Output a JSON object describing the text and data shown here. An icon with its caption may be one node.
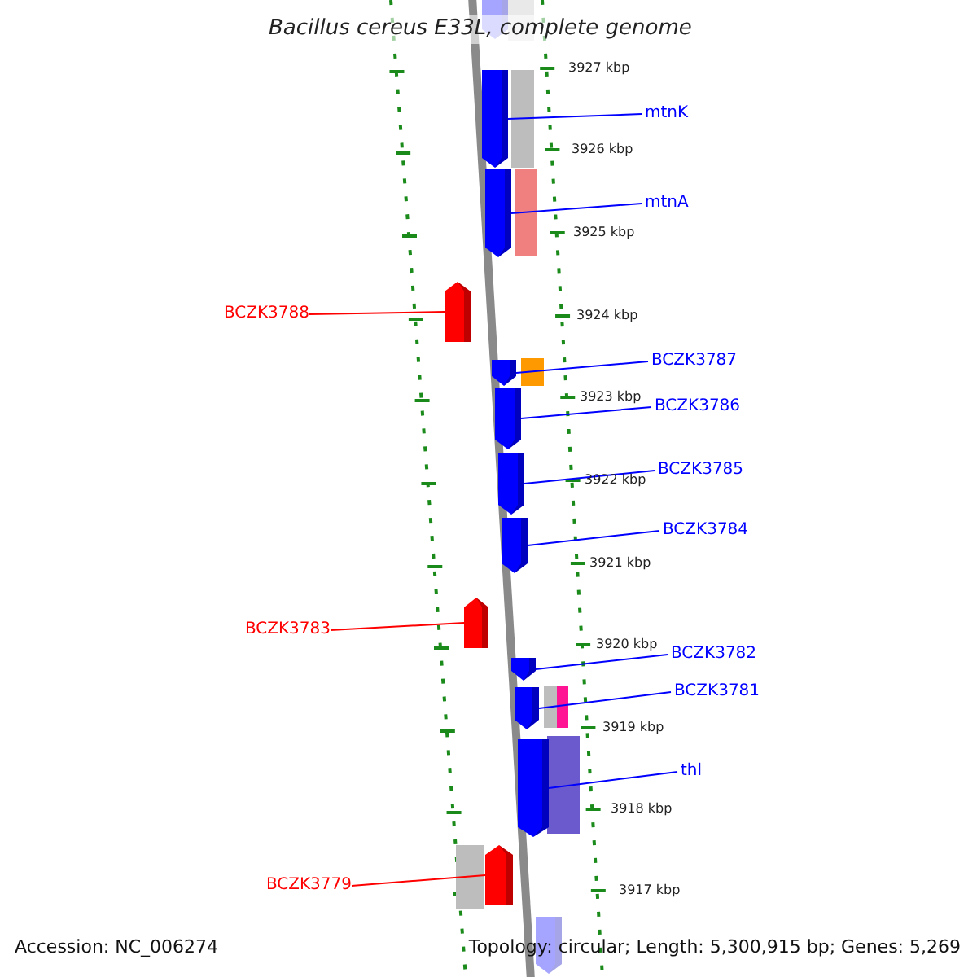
{
  "diagram": {
    "title": "Bacillus cereus E33L, complete genome",
    "nodes": [
      {
        "text": [],
        "shape": "arrow"
      },
      {
        "text": [],
        "shape": "arrow"
      },
      {
        "text": [
          "mtnK"
        ]
      },
      {
        "text": [],
        "shape": "arrow"
      },
      {
        "text": [
          "mtnA"
        ]
      },
      {
        "text": [
          "BCZK3788"
        ]
      },
      {
        "text": [],
        "shape": "arrow"
      },
      {
        "text": [],
        "shape": "arrow"
      },
      {
        "text": [
          "BCZK3787"
        ]
      },
      {
        "text": [],
        "shape": "arrow"
      },
      {
        "text": [
          "BCZK3786"
        ]
      },
      {
        "text": [],
        "shape": "arrow"
      },
      {
        "text": [
          "BCZK3785"
        ]
      },
      {
        "text": [],
        "shape": "arrow"
      },
      {
        "text": [
          "BCZK3784"
        ]
      },
      {
        "text": [
          "BCZK3783"
        ]
      },
      {
        "text": [],
        "shape": "arrow"
      },
      {
        "text": [],
        "shape": "arrow"
      },
      {
        "text": [
          "BCZK3782"
        ]
      },
      {
        "text": [],
        "shape": "arrow"
      },
      {
        "text": [
          "BCZK3781"
        ]
      },
      {
        "text": [],
        "shape": "arrow"
      },
      {
        "text": [
          "thl"
        ]
      },
      {
        "text": [
          "BCZK3779"
        ]
      },
      {
        "text": [],
        "shape": "arrow"
      },
      {
        "text": [],
        "shape": "arrow"
      }
    ],
    "edges": [
      {
        "from": 2,
        "to": 1,
        "arrow": "none",
        "color": "#0000ff"
      },
      {
        "from": 4,
        "to": 3,
        "arrow": "none",
        "color": "#0000ff"
      },
      {
        "from": 5,
        "to": 6,
        "arrow": "none",
        "color": "#ff0000"
      },
      {
        "from": 8,
        "to": 7,
        "arrow": "none",
        "color": "#0000ff"
      },
      {
        "from": 10,
        "to": 9,
        "arrow": "none",
        "color": "#0000ff"
      },
      {
        "from": 12,
        "to": 11,
        "arrow": "none",
        "color": "#0000ff"
      },
      {
        "from": 14,
        "to": 13,
        "arrow": "none",
        "color": "#0000ff"
      },
      {
        "from": 15,
        "to": 16,
        "arrow": "none",
        "color": "#ff0000"
      },
      {
        "from": 18,
        "to": 17,
        "arrow": "none",
        "color": "#0000ff"
      },
      {
        "from": 20,
        "to": 19,
        "arrow": "none",
        "color": "#0000ff"
      },
      {
        "from": 22,
        "to": 21,
        "arrow": "none",
        "color": "#0000ff"
      },
      {
        "from": 23,
        "to": 24,
        "arrow": "none",
        "color": "#ff0000"
      }
    ],
    "labels": [
      "3927 kbp",
      "3926 kbp",
      "3925 kbp",
      "3924 kbp",
      "3923 kbp",
      "3922 kbp",
      "3921 kbp",
      "3920 kbp",
      "3919 kbp",
      "3918 kbp",
      "3917 kbp",
      "Accession: NC_006274",
      "Topology: circular; Length: 5,300,915 bp; Genes: 5,269"
    ]
  }
}
